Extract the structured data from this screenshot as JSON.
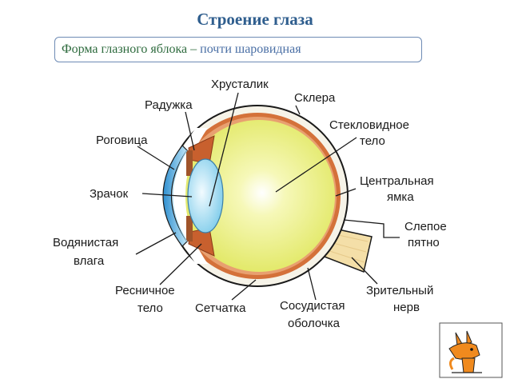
{
  "title": "Строение глаза",
  "subtitle": {
    "prefix": "Форма глазного яблока –",
    "value": "почти шаровидная"
  },
  "labels": {
    "lens": "Хрусталик",
    "sclera": "Склера",
    "iris": "Радужка",
    "cornea": "Роговица",
    "vitreous_1": "Стекловидное",
    "vitreous_2": "тело",
    "fovea_1": "Центральная",
    "fovea_2": "ямка",
    "pupil": "Зрачок",
    "blind_spot_1": "Слепое",
    "blind_spot_2": "пятно",
    "aqueous_1": "Водянистая",
    "aqueous_2": "влага",
    "ciliary_1": "Ресничное",
    "ciliary_2": "тело",
    "retina": "Сетчатка",
    "choroid_1": "Сосудистая",
    "choroid_2": "оболочка",
    "optic_nerve_1": "Зрительный",
    "optic_nerve_2": "нерв"
  },
  "colors": {
    "title": "#2f5e8e",
    "vitreous": "#eef07a",
    "sclera": "#f6f3e8",
    "choroid": "#d4713a",
    "lens": "#8fd3ee",
    "cornea": "#4aa6dc",
    "nerve": "#f4dfa8"
  },
  "icons": {
    "mascot": "fox-mascot-icon"
  }
}
